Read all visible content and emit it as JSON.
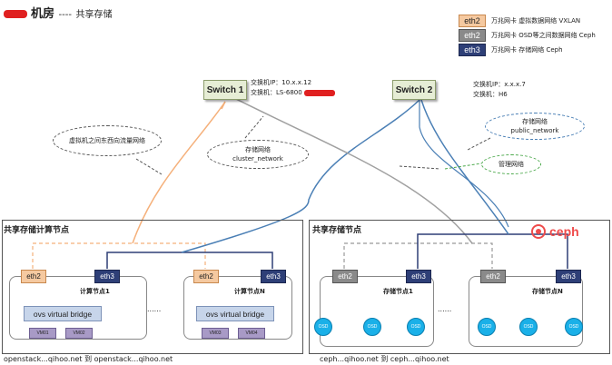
{
  "title": {
    "text": "机房",
    "suffix": "----",
    "subtitle": "共享存储"
  },
  "legend": [
    {
      "tag": "eth2",
      "desc": "万兆网卡 虚拟数据网络 VXLAN",
      "color": "#f5c9a0"
    },
    {
      "tag": "eth2",
      "desc": "万兆网卡 OSD等之间数据网络 Ceph",
      "color": "#8a8a8a"
    },
    {
      "tag": "eth3",
      "desc": "万兆网卡 存储网络 Ceph",
      "color": "#2e3f77"
    }
  ],
  "switch1": {
    "label": "Switch 1",
    "ip_label": "交换机IP：",
    "ip_value": "10.x.x.12",
    "model_label": "交换机：",
    "model_value": "LS-6800"
  },
  "switch2": {
    "label": "Switch 2",
    "ip_label": "交换机IP：",
    "ip_value": "x.x.x.7",
    "model_label": "交换机：",
    "model_value": "H6"
  },
  "bubbles": {
    "vm_traffic": "虚拟机之间东西向流量网络",
    "cluster_title": "存储网络",
    "cluster_sub": "cluster_network",
    "public_title": "存储网络",
    "public_sub": "public_network",
    "mgmt": "管理网络"
  },
  "compute_section": {
    "title": "共享存储计算节点",
    "nodes": [
      {
        "label": "计算节点1",
        "eth_a": "eth2",
        "eth_b": "eth3",
        "ovs": "ovs virtual bridge",
        "vms": [
          "VM01",
          "VM02"
        ]
      },
      {
        "label": "计算节点N",
        "eth_a": "eth2",
        "eth_b": "eth3",
        "ovs": "ovs virtual bridge",
        "vms": [
          "VM03",
          "VM04"
        ]
      }
    ],
    "ellipsis": "......",
    "caption": "openstack...qihoo.net 到 openstack...qihoo.net"
  },
  "storage_section": {
    "title": "共享存储节点",
    "nodes": [
      {
        "label": "存储节点1",
        "eth_a": "eth2",
        "eth_b": "eth3",
        "osds": [
          "OSD",
          "OSD",
          "OSD"
        ]
      },
      {
        "label": "存储节点N",
        "eth_a": "eth2",
        "eth_b": "eth3",
        "osds": [
          "OSD",
          "OSD",
          "OSD"
        ]
      }
    ],
    "ellipsis": "......",
    "caption": "ceph...qihoo.net 到 ceph...qihoo.net",
    "logo": "ceph"
  }
}
